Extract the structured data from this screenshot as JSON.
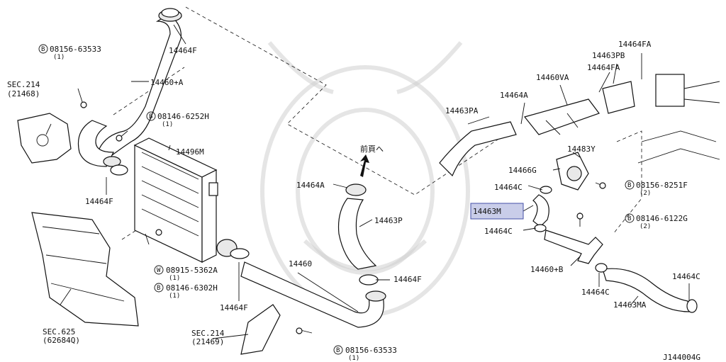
{
  "diagram_id": "J144004G",
  "forward_label": "前頁へ",
  "highlighted_part": "14463M",
  "parts": {
    "p14464F_top": "14464F",
    "p14460A": "14460+A",
    "p14464F_left": "14464F",
    "p14496M": "14496M",
    "p14464F_mid": "14464F",
    "p14460": "14460",
    "p14464A_mid": "14464A",
    "p14463P": "14463P",
    "p14464F_right": "14464F",
    "p14463PA": "14463PA",
    "p14464A_right": "14464A",
    "p14460VA": "14460VA",
    "p14464FA_a": "14464FA",
    "p14463PB": "14463PB",
    "p14464FA_b": "14464FA",
    "p14483Y": "14483Y",
    "p14466G": "14466G",
    "p14464C_a": "14464C",
    "p14463M": "14463M",
    "p14464C_b": "14464C",
    "p14460B": "14460+B",
    "p14464C_c": "14464C",
    "p14463MA": "14463MA",
    "p14464C_d": "14464C"
  },
  "bolts": {
    "b1": {
      "code": "08156-63533",
      "qty": "(1)",
      "prefix": "B"
    },
    "b2": {
      "code": "08146-6252H",
      "qty": "(1)",
      "prefix": "B"
    },
    "b3": {
      "code": "08915-5362A",
      "qty": "(1)",
      "prefix": "W"
    },
    "b4": {
      "code": "08146-6302H",
      "qty": "(1)",
      "prefix": "B"
    },
    "b5": {
      "code": "08156-63533",
      "qty": "(1)",
      "prefix": "B"
    },
    "b6": {
      "code": "08156-8251F",
      "qty": "(2)",
      "prefix": "B"
    },
    "b7": {
      "code": "08146-6122G",
      "qty": "(2)",
      "prefix": "B"
    }
  },
  "sections": {
    "s1": {
      "title": "SEC.214",
      "ref": "(21468)"
    },
    "s2": {
      "title": "SEC.625",
      "ref": "(62684Q)"
    },
    "s3": {
      "title": "SEC.214",
      "ref": "(21469)"
    }
  }
}
